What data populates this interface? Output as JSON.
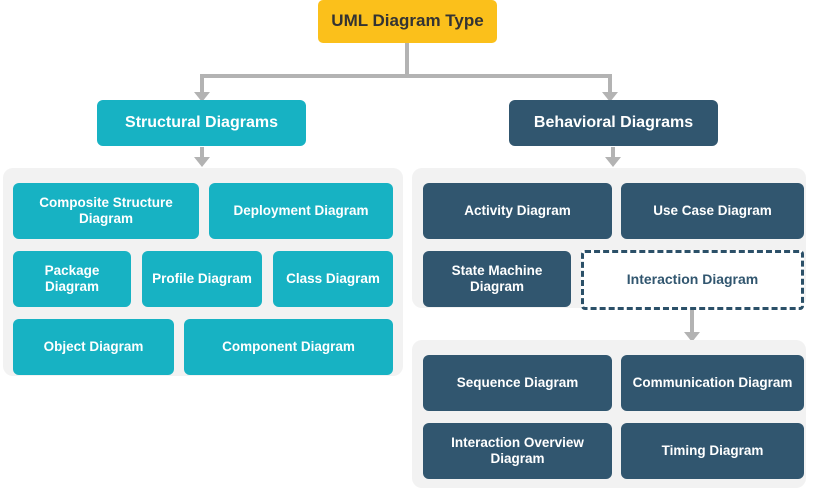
{
  "diagram": {
    "title": "UML Diagram Type",
    "root": {
      "label": "UML Diagram Type"
    },
    "branches": {
      "structural": {
        "label": "Structural Diagrams"
      },
      "behavioral": {
        "label": "Behavioral Diagrams"
      }
    },
    "structural_nodes": [
      {
        "label": "Composite Structure Diagram"
      },
      {
        "label": "Deployment Diagram"
      },
      {
        "label": "Package Diagram"
      },
      {
        "label": "Profile Diagram"
      },
      {
        "label": "Class Diagram"
      },
      {
        "label": "Object Diagram"
      },
      {
        "label": "Component Diagram"
      }
    ],
    "behavioral_nodes": [
      {
        "label": "Activity Diagram"
      },
      {
        "label": "Use Case Diagram"
      },
      {
        "label": "State Machine Diagram"
      },
      {
        "label": "Interaction Diagram"
      }
    ],
    "interaction_nodes": [
      {
        "label": "Sequence Diagram"
      },
      {
        "label": "Communication Diagram"
      },
      {
        "label": "Interaction Overview Diagram"
      },
      {
        "label": "Timing Diagram"
      }
    ],
    "colors": {
      "root": "#FBC01B",
      "structural": "#17B2C3",
      "behavioral": "#31566F",
      "panel": "#F2F2F2",
      "connector": "#B3B3B3",
      "dashed_border": "#2B5068",
      "root_text": "#333333",
      "node_text": "#FFFFFF"
    }
  }
}
